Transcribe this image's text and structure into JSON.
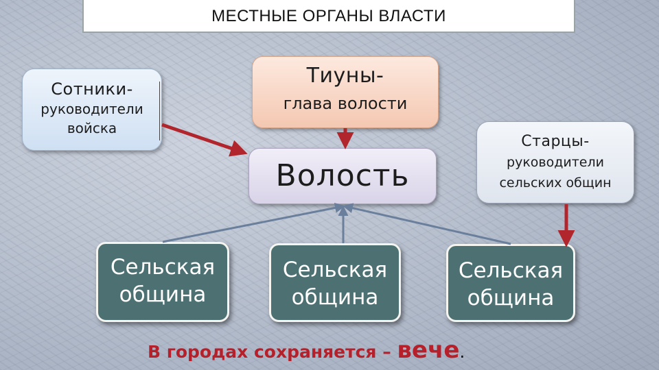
{
  "title": "МЕСТНЫЕ ОРГАНЫ ВЛАСТИ",
  "sotniki": {
    "head": "Сотники",
    "dash": "-",
    "line1": "руководители",
    "line2": "войска"
  },
  "tiuny": {
    "head": "Тиуны",
    "dash": "-",
    "line1": "глава волости"
  },
  "volost": {
    "label": "Волость"
  },
  "startsy": {
    "head": "Старцы",
    "dash": "-",
    "line1": "руководители",
    "line2": "сельских общин"
  },
  "communities": [
    {
      "line1": "Сельская",
      "line2": "община"
    },
    {
      "line1": "Сельская",
      "line2": "община"
    },
    {
      "line1": "Сельская",
      "line2": "община"
    }
  ],
  "footer": {
    "text": "В городах сохраняется – ",
    "highlight": "вече",
    "end": "."
  },
  "colors": {
    "red_arrow": "#b1262c",
    "blue_line": "#6a7f9c",
    "community_fill": "#4d7173",
    "footer_text": "#b5202a"
  }
}
